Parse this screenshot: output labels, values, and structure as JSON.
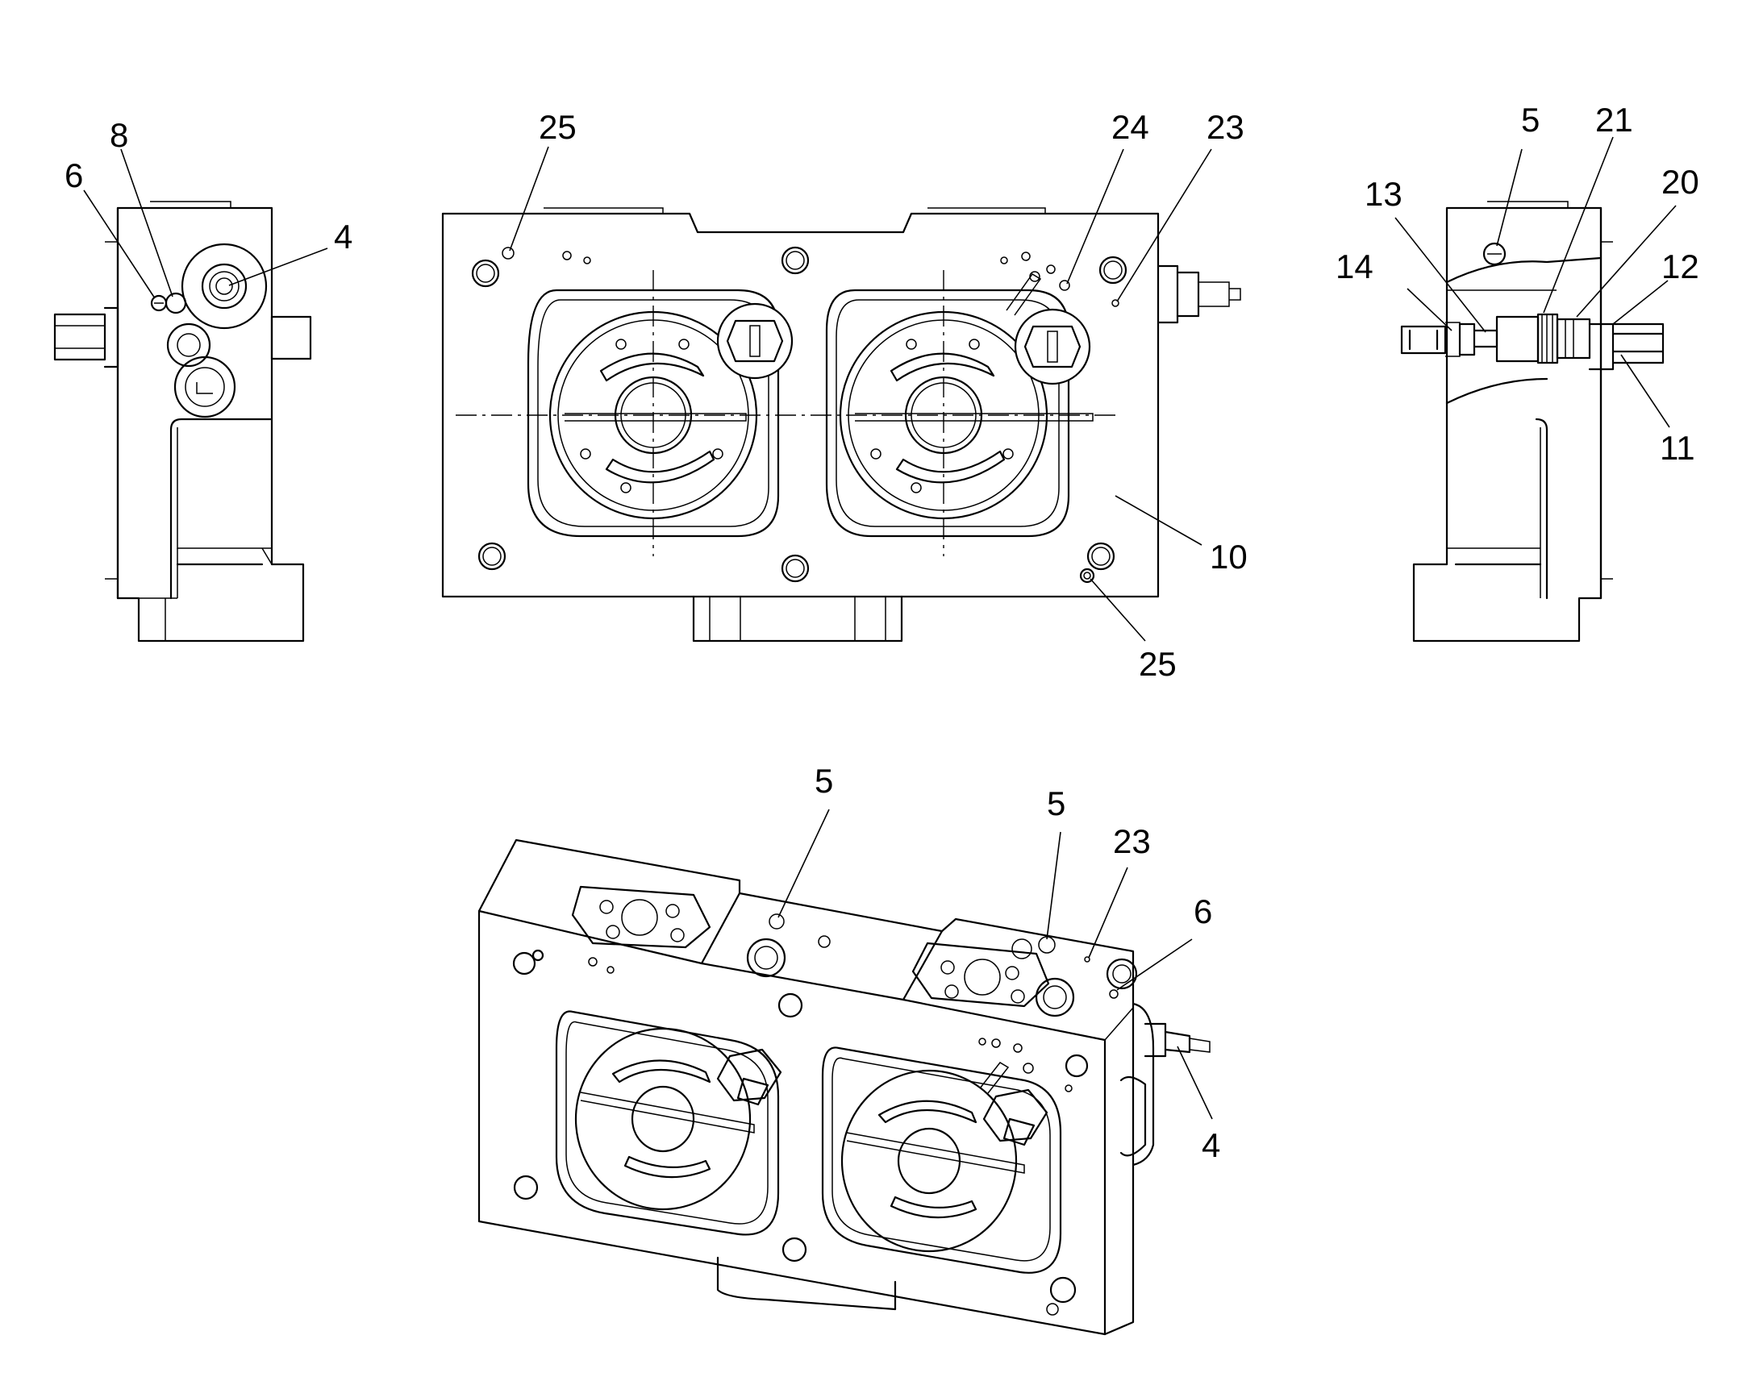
{
  "callouts": {
    "left_view": {
      "c8": "8",
      "c6": "6",
      "c4": "4"
    },
    "front_view": {
      "c25_top": "25",
      "c24": "24",
      "c23": "23",
      "c10": "10",
      "c25_bottom": "25"
    },
    "right_view": {
      "c5": "5",
      "c21": "21",
      "c20": "20",
      "c13": "13",
      "c14": "14",
      "c12": "12",
      "c11": "11"
    },
    "iso_view": {
      "c5_a": "5",
      "c5_b": "5",
      "c23": "23",
      "c6": "6",
      "c4": "4"
    }
  }
}
